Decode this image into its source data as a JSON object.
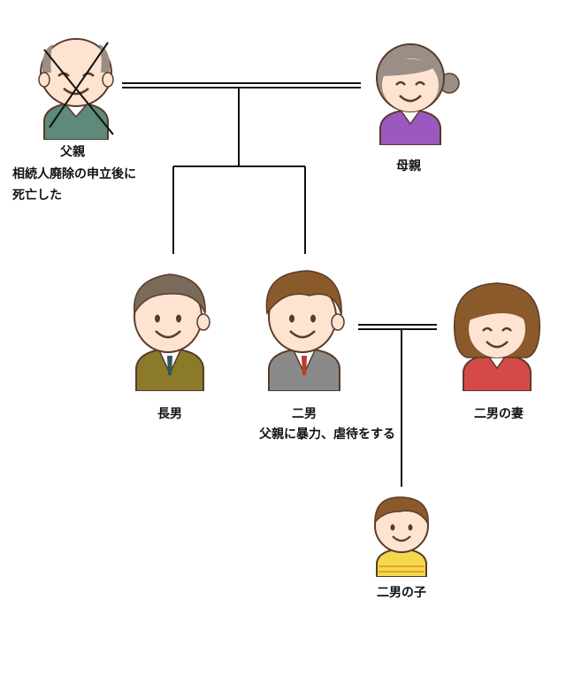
{
  "people": {
    "father": {
      "name": "父親",
      "note_line1": "相続人廃除の申立後に",
      "note_line2": "死亡した",
      "status": "deceased"
    },
    "mother": {
      "name": "母親"
    },
    "eldest_son": {
      "name": "長男"
    },
    "second_son": {
      "name": "二男",
      "note": "父親に暴力、虐待をする"
    },
    "second_son_wife": {
      "name": "二男の妻"
    },
    "second_son_child": {
      "name": "二男の子"
    }
  },
  "colors": {
    "skin": "#fde3d0",
    "outline": "#5a3a2a",
    "father_sweater": "#5d8a7a",
    "mother_top": "#9b59c0",
    "mother_hair": "#9a8f86",
    "eldest_jacket": "#8a7a2a",
    "second_jacket": "#8a8a8a",
    "wife_top": "#d44a4a",
    "child_shirt": "#f2d94a",
    "brown_hair": "#8b5a2b",
    "lines": "#111111"
  }
}
